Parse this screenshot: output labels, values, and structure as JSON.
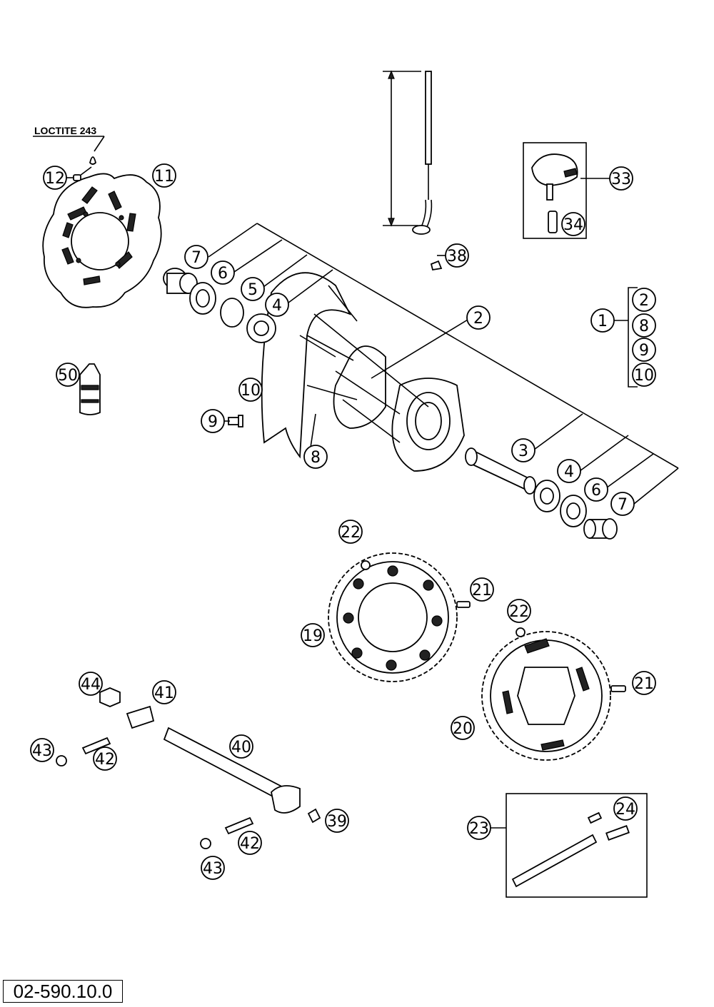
{
  "loctite_label": "LOCTITE 243",
  "document_code": "02-590.10.0",
  "callouts": {
    "c1": "1",
    "c2": "2",
    "c3": "3",
    "c4": "4",
    "c5": "5",
    "c6": "6",
    "c7": "7",
    "c8": "8",
    "c9": "9",
    "c10": "10",
    "c11": "11",
    "c12": "12",
    "c19": "19",
    "c20": "20",
    "c21": "21",
    "c22": "22",
    "c23": "23",
    "c24": "24",
    "c33": "33",
    "c34": "34",
    "c38": "38",
    "c39": "39",
    "c40": "40",
    "c41": "41",
    "c42": "42",
    "c43": "43",
    "c44": "44",
    "c50": "50"
  },
  "kit_contents": [
    "2",
    "8",
    "9",
    "10"
  ]
}
